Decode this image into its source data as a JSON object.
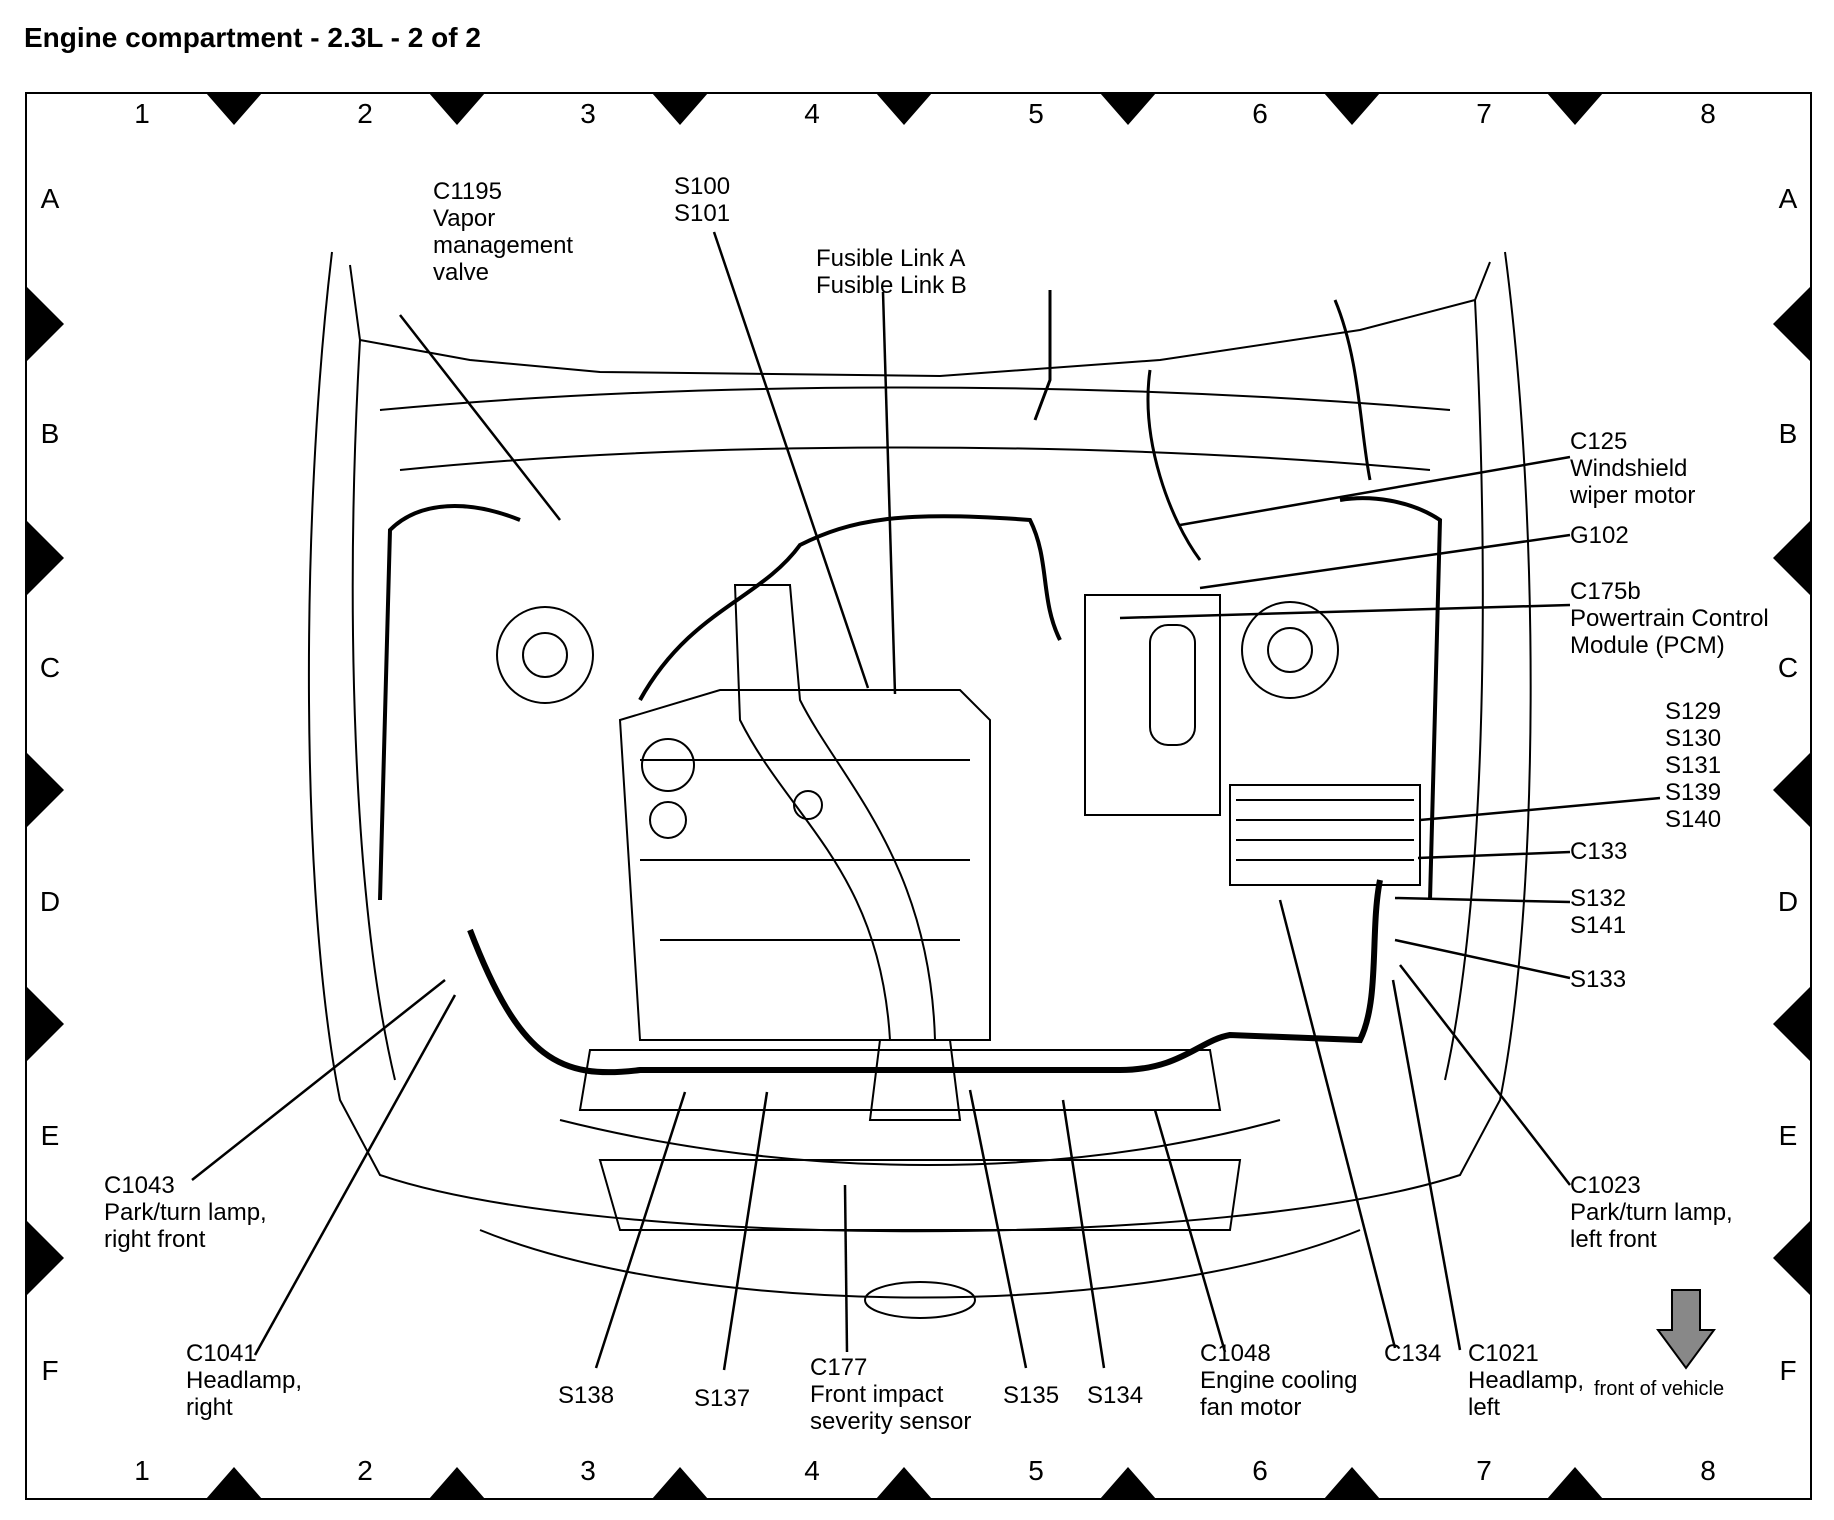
{
  "title": "Engine compartment - 2.3L - 2 of 2",
  "grid": {
    "columns": [
      "1",
      "2",
      "3",
      "4",
      "5",
      "6",
      "7",
      "8"
    ],
    "rows": [
      "A",
      "B",
      "C",
      "D",
      "E",
      "F"
    ]
  },
  "front_of_vehicle": "front of vehicle",
  "callouts": [
    {
      "id": "c1195",
      "lines": [
        "C1195",
        "Vapor",
        "management",
        "valve"
      ]
    },
    {
      "id": "s100",
      "lines": [
        "S100",
        "S101"
      ]
    },
    {
      "id": "fusible",
      "lines": [
        "Fusible Link A",
        "Fusible Link B"
      ]
    },
    {
      "id": "c125",
      "lines": [
        "C125",
        "Windshield",
        "wiper motor"
      ]
    },
    {
      "id": "g102",
      "lines": [
        "G102"
      ]
    },
    {
      "id": "c175b",
      "lines": [
        "C175b",
        "Powertrain Control",
        "Module (PCM)"
      ]
    },
    {
      "id": "s129",
      "lines": [
        "S129",
        "S130",
        "S131",
        "S139",
        "S140"
      ]
    },
    {
      "id": "c133",
      "lines": [
        "C133"
      ]
    },
    {
      "id": "s132",
      "lines": [
        "S132",
        "S141"
      ]
    },
    {
      "id": "s133",
      "lines": [
        "S133"
      ]
    },
    {
      "id": "c1023",
      "lines": [
        "C1023",
        "Park/turn lamp,",
        "left front"
      ]
    },
    {
      "id": "c1043",
      "lines": [
        "C1043",
        "Park/turn lamp,",
        "right front"
      ]
    },
    {
      "id": "c1041",
      "lines": [
        "C1041",
        "Headlamp,",
        "right"
      ]
    },
    {
      "id": "s138",
      "lines": [
        "S138"
      ]
    },
    {
      "id": "s137",
      "lines": [
        "S137"
      ]
    },
    {
      "id": "c177",
      "lines": [
        "C177",
        "Front impact",
        "severity sensor"
      ]
    },
    {
      "id": "s135",
      "lines": [
        "S135"
      ]
    },
    {
      "id": "s134",
      "lines": [
        "S134"
      ]
    },
    {
      "id": "c1048",
      "lines": [
        "C1048",
        "Engine cooling",
        "fan motor"
      ]
    },
    {
      "id": "c134",
      "lines": [
        "C134"
      ]
    },
    {
      "id": "c1021",
      "lines": [
        "C1021",
        "Headlamp,",
        "left"
      ]
    }
  ]
}
